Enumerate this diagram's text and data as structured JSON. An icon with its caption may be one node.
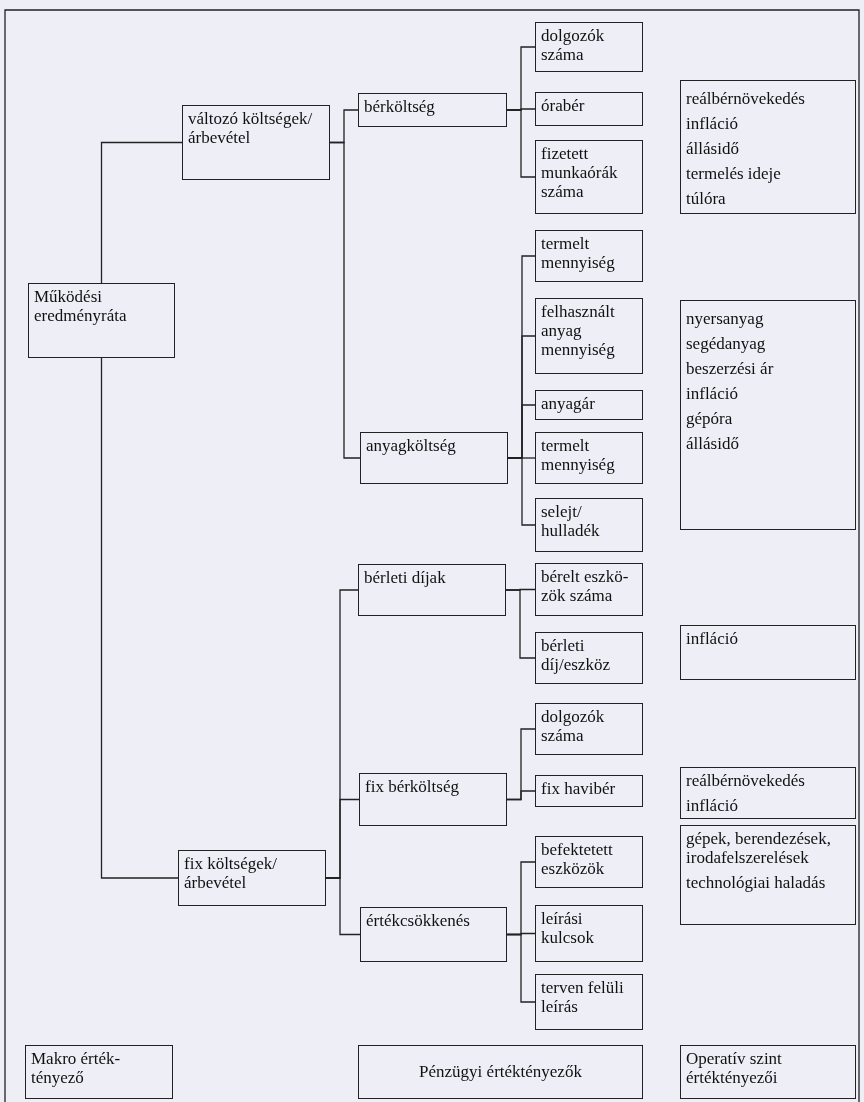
{
  "diagram": {
    "nodes": [
      {
        "text": [
          "Működési eredményráta"
        ]
      },
      {
        "text": [
          "változó költségek/ árbevétel"
        ]
      },
      {
        "text": [
          "fix költségek/ árbevétel"
        ]
      },
      {
        "text": [
          "bérköltség"
        ]
      },
      {
        "text": [
          "anyagköltség"
        ]
      },
      {
        "text": [
          "bérleti díjak"
        ]
      },
      {
        "text": [
          "fix bérköltség"
        ]
      },
      {
        "text": [
          "értékcsökkenés"
        ]
      },
      {
        "text": [
          "dolgozók száma"
        ]
      },
      {
        "text": [
          "órabér"
        ]
      },
      {
        "text": [
          "fizetett munkaórák száma"
        ]
      },
      {
        "text": [
          "termelt mennyiség"
        ]
      },
      {
        "text": [
          "felhasznált anyag mennyiség"
        ]
      },
      {
        "text": [
          "anyagár"
        ]
      },
      {
        "text": [
          "termelt mennyiség"
        ]
      },
      {
        "text": [
          "selejt/ hulladék"
        ]
      },
      {
        "text": [
          "bérelt eszkö- zök száma"
        ]
      },
      {
        "text": [
          "bérleti díj/eszköz"
        ]
      },
      {
        "text": [
          "dolgozók száma"
        ]
      },
      {
        "text": [
          "fix havibér"
        ]
      },
      {
        "text": [
          "befektetett eszközök"
        ]
      },
      {
        "text": [
          "leírási kulcsok"
        ]
      },
      {
        "text": [
          "terven felüli leírás"
        ]
      },
      {
        "text": [
          "reálbérnövekedés",
          "infláció",
          "állásidő",
          "termelés ideje",
          "túlóra"
        ]
      },
      {
        "text": [
          "nyersanyag",
          "segédanyag",
          "beszerzési ár",
          "infláció",
          "gépóra",
          "állásidő"
        ]
      },
      {
        "text": [
          "infláció"
        ]
      },
      {
        "text": [
          "reálbérnövekedés",
          "infláció"
        ]
      },
      {
        "text": [
          "gépek, berendezések, irodafelszerelések",
          "technológiai haladás"
        ]
      },
      {
        "text": [
          "Makro érték- tényező"
        ]
      },
      {
        "text": [
          "Pénzügyi értéktényezők"
        ]
      },
      {
        "text": [
          "Operatív szint értéktényezői"
        ]
      }
    ],
    "edges": [
      {
        "from": 0,
        "to": 1,
        "arrow": "none"
      },
      {
        "from": 0,
        "to": 2,
        "arrow": "none"
      },
      {
        "from": 1,
        "to": 3,
        "arrow": "none"
      },
      {
        "from": 1,
        "to": 4,
        "arrow": "none"
      },
      {
        "from": 3,
        "to": 8,
        "arrow": "none"
      },
      {
        "from": 3,
        "to": 9,
        "arrow": "none"
      },
      {
        "from": 3,
        "to": 10,
        "arrow": "none"
      },
      {
        "from": 4,
        "to": 11,
        "arrow": "none"
      },
      {
        "from": 4,
        "to": 12,
        "arrow": "none"
      },
      {
        "from": 4,
        "to": 13,
        "arrow": "none"
      },
      {
        "from": 4,
        "to": 14,
        "arrow": "none"
      },
      {
        "from": 4,
        "to": 15,
        "arrow": "none"
      },
      {
        "from": 2,
        "to": 5,
        "arrow": "none"
      },
      {
        "from": 2,
        "to": 6,
        "arrow": "none"
      },
      {
        "from": 2,
        "to": 7,
        "arrow": "none"
      },
      {
        "from": 5,
        "to": 16,
        "arrow": "none"
      },
      {
        "from": 5,
        "to": 17,
        "arrow": "none"
      },
      {
        "from": 6,
        "to": 18,
        "arrow": "none"
      },
      {
        "from": 6,
        "to": 19,
        "arrow": "none"
      },
      {
        "from": 7,
        "to": 20,
        "arrow": "none"
      },
      {
        "from": 7,
        "to": 21,
        "arrow": "none"
      },
      {
        "from": 7,
        "to": 22,
        "arrow": "none"
      }
    ]
  }
}
